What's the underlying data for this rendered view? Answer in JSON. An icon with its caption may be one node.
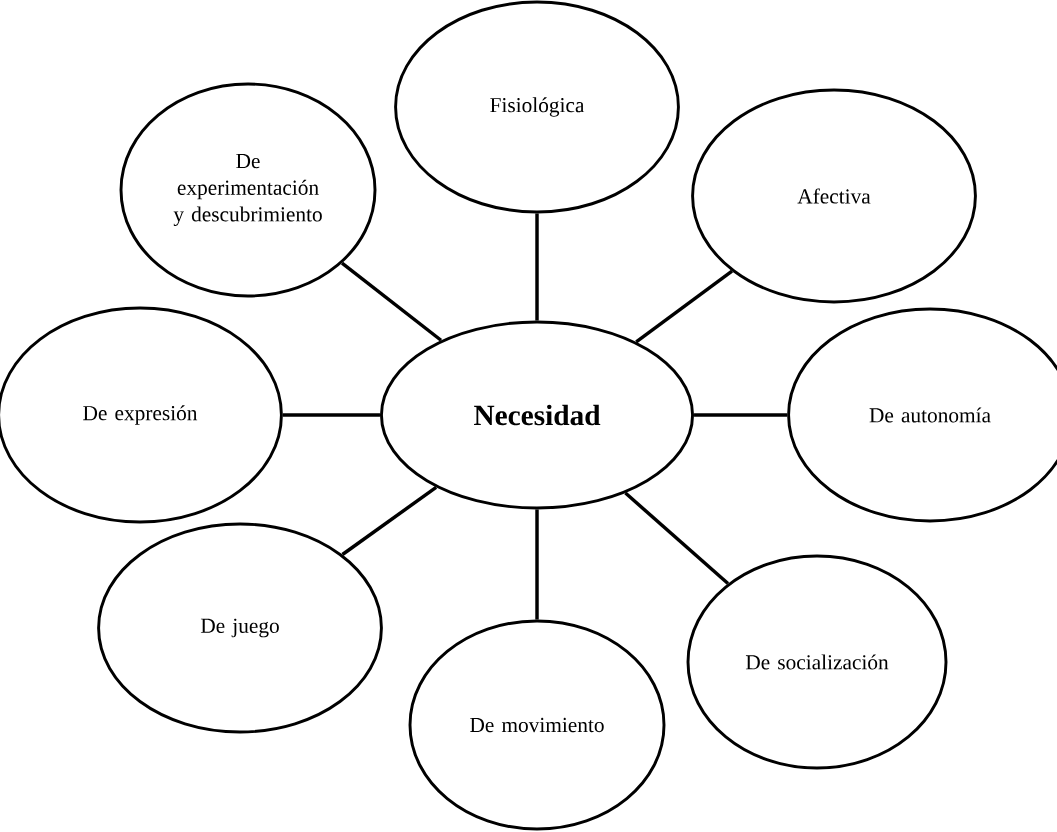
{
  "diagram": {
    "nodes": [
      {
        "text": [
          "**Necesidad**"
        ]
      },
      {
        "text": [
          "Fisiológica"
        ]
      },
      {
        "text": [
          "Afectiva"
        ]
      },
      {
        "text": [
          "De autonomía"
        ]
      },
      {
        "text": [
          "De socialización"
        ]
      },
      {
        "text": [
          "De movimiento"
        ]
      },
      {
        "text": [
          "De juego"
        ]
      },
      {
        "text": [
          "De expresión"
        ]
      },
      {
        "text": [
          "De experimentación y descubrimiento"
        ]
      }
    ],
    "edges": [
      {
        "from": 0,
        "to": 1,
        "arrow": "none"
      },
      {
        "from": 0,
        "to": 2,
        "arrow": "none"
      },
      {
        "from": 0,
        "to": 3,
        "arrow": "none"
      },
      {
        "from": 0,
        "to": 4,
        "arrow": "none"
      },
      {
        "from": 0,
        "to": 5,
        "arrow": "none"
      },
      {
        "from": 0,
        "to": 6,
        "arrow": "none"
      },
      {
        "from": 0,
        "to": 7,
        "arrow": "none"
      },
      {
        "from": 0,
        "to": 8,
        "arrow": "none"
      }
    ]
  }
}
